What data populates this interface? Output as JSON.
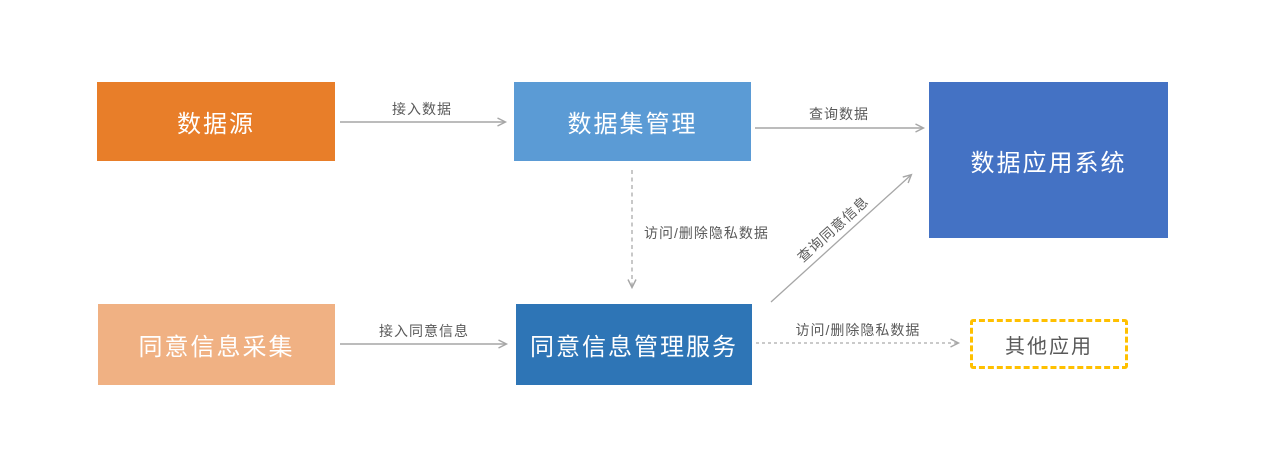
{
  "diagram": {
    "title": "consent-data-management-flow",
    "nodes": {
      "data_source": {
        "label": "数据源",
        "bg": "#E87E29",
        "text_color": "#FFFFFF"
      },
      "dataset_mgmt": {
        "label": "数据集管理",
        "bg": "#5B9BD5",
        "text_color": "#FFFFFF"
      },
      "data_app": {
        "label": "数据应用系统",
        "bg": "#4472C4",
        "text_color": "#FFFFFF"
      },
      "consent_collect": {
        "label": "同意信息采集",
        "bg": "#F0B183",
        "text_color": "#FFFFFF"
      },
      "consent_mgmt": {
        "label": "同意信息管理服务",
        "bg": "#2E75B6",
        "text_color": "#FFFFFF"
      },
      "other_apps": {
        "label": "其他应用",
        "bg": "#FFFFFF",
        "border_color": "#FFC000",
        "border_style": "dashed",
        "text_color": "#595959"
      }
    },
    "edges": {
      "access_data": {
        "label": "接入数据",
        "from": "data_source",
        "to": "dataset_mgmt",
        "style": "solid"
      },
      "query_data": {
        "label": "查询数据",
        "from": "dataset_mgmt",
        "to": "data_app",
        "style": "solid"
      },
      "access_delete_private_1": {
        "label": "访问/删除隐私数据",
        "from": "dataset_mgmt",
        "to": "consent_mgmt",
        "style": "dashed"
      },
      "access_consent": {
        "label": "接入同意信息",
        "from": "consent_collect",
        "to": "consent_mgmt",
        "style": "solid"
      },
      "query_consent": {
        "label": "查询同意信息",
        "from": "consent_mgmt",
        "to": "data_app",
        "style": "solid",
        "label_rotated": true
      },
      "access_delete_private_2": {
        "label": "访问/删除隐私数据",
        "from": "consent_mgmt",
        "to": "other_apps",
        "style": "dashed"
      }
    },
    "palette": {
      "line_gray": "#A6A6A6",
      "label_gray": "#595959",
      "orange": "#E87E29",
      "light_orange": "#F0B183",
      "light_blue": "#5B9BD5",
      "blue": "#4472C4",
      "dark_blue": "#2E75B6",
      "yellow": "#FFC000",
      "background": "#FFFFFF"
    }
  }
}
